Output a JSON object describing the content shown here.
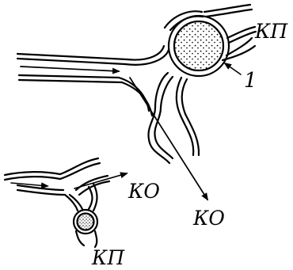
{
  "labels": {
    "kp_upper": "КП",
    "marker_1": "1",
    "ko_small": "КО",
    "ko_large": "КО",
    "kp_lower": "КП"
  },
  "colors": {
    "ink": "#000000",
    "background": "#ffffff",
    "granule_fill": "#ffffff"
  }
}
